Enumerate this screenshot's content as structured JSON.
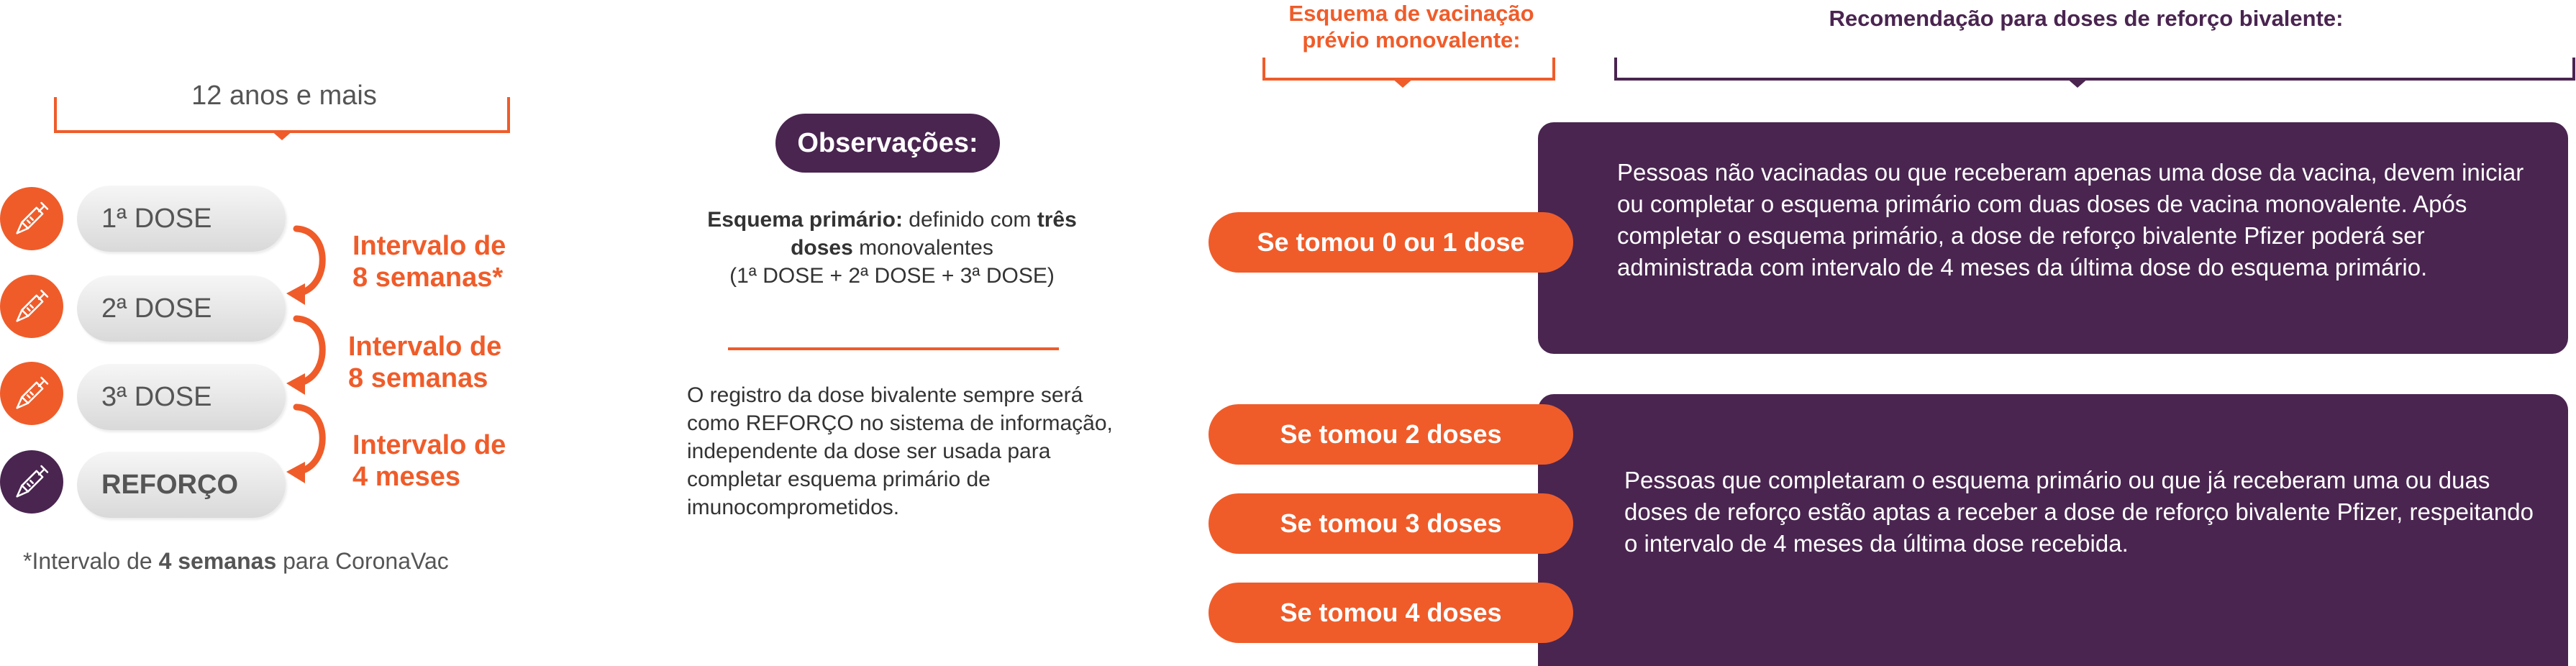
{
  "left": {
    "age_title": "12 anos e mais",
    "doses": [
      {
        "label": "1ª DOSE",
        "color": "#ef5c2a"
      },
      {
        "label": "2ª DOSE",
        "color": "#ef5c2a"
      },
      {
        "label": "3ª DOSE",
        "color": "#ef5c2a"
      },
      {
        "label": "REFORÇO",
        "color": "#4a2550"
      }
    ],
    "intervals": [
      "Intervalo de\n8 semanas*",
      "Intervalo de\n8 semanas",
      "Intervalo de\n4 meses"
    ],
    "footnote": {
      "pre": "*Intervalo de ",
      "bold": "4 semanas",
      "post": " para CoronaVac"
    }
  },
  "middle": {
    "obs_title": "Observações:",
    "scheme": {
      "bold1": "Esquema primário:",
      "text1": " definido com ",
      "bold2": "três doses",
      "text2": " monovalentes",
      "line2": "(1ª DOSE + 2ª DOSE + 3ª DOSE)"
    },
    "registry": "O registro da dose bivalente sempre será como REFORÇO no sistema de informação, independente da dose ser usada para completar esquema primário de imunocomprometidos."
  },
  "right": {
    "head_previous": "Esquema de vacinação prévio monovalente:",
    "head_recommendation": "Recomendação para doses de reforço bivalente:",
    "took": [
      "Se tomou 0 ou 1 dose",
      "Se tomou 2 doses",
      "Se tomou 3 doses",
      "Se tomou 4 doses"
    ],
    "rec1": "Pessoas não vacinadas ou que receberam apenas uma dose da vacina, devem iniciar ou completar o esquema primário com duas doses de vacina monovalente. Após completar o esquema primário, a dose de reforço bivalente Pfizer poderá ser administrada com intervalo de 4 meses da última dose do esquema primário.",
    "rec2": "Pessoas que completaram o esquema primário ou que já receberam uma ou duas doses de reforço estão aptas a receber a dose de reforço bivalente Pfizer, respeitando o intervalo de 4 meses da última dose recebida."
  },
  "colors": {
    "orange": "#ef5c2a",
    "purple": "#4a2550",
    "gray_text": "#555555"
  },
  "icons": [
    "syringe-icon",
    "curved-arrow-icon"
  ]
}
